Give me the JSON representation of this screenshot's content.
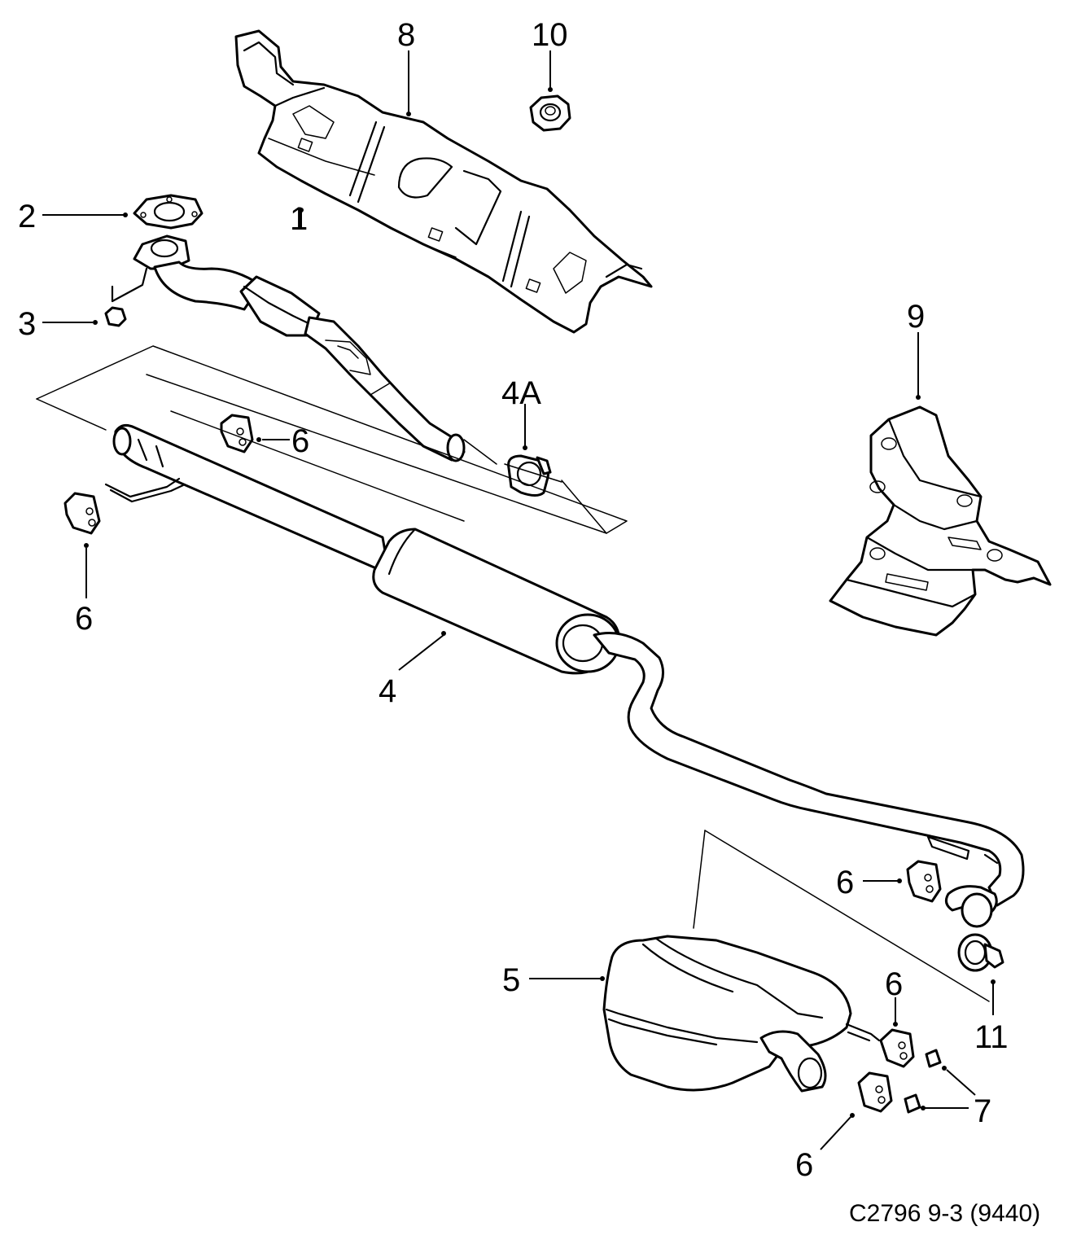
{
  "diagram": {
    "reference": "C2796 9-3 (9440)",
    "callouts": [
      {
        "id": "c1",
        "label": "1"
      },
      {
        "id": "c2",
        "label": "2"
      },
      {
        "id": "c3",
        "label": "3"
      },
      {
        "id": "c4",
        "label": "4"
      },
      {
        "id": "c4a",
        "label": "4A"
      },
      {
        "id": "c5",
        "label": "5"
      },
      {
        "id": "c6a",
        "label": "6"
      },
      {
        "id": "c6b",
        "label": "6"
      },
      {
        "id": "c6c",
        "label": "6"
      },
      {
        "id": "c6d",
        "label": "6"
      },
      {
        "id": "c6e",
        "label": "6"
      },
      {
        "id": "c7",
        "label": "7"
      },
      {
        "id": "c8",
        "label": "8"
      },
      {
        "id": "c9",
        "label": "9"
      },
      {
        "id": "c10",
        "label": "10"
      },
      {
        "id": "c11",
        "label": "11"
      }
    ]
  }
}
